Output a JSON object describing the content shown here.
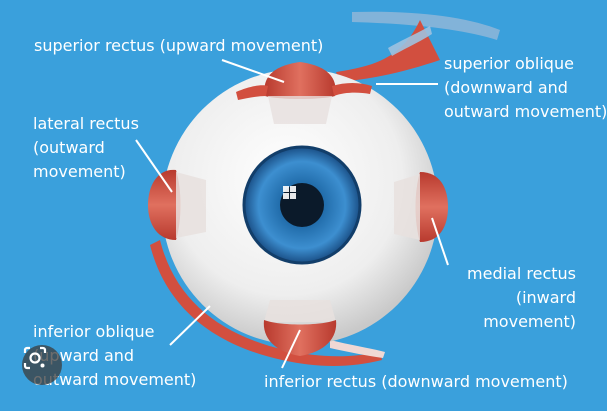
{
  "colors": {
    "background": "#3aa0dc",
    "sclera": "#f2f2f2",
    "muscle": "#d24f3f",
    "iris": "#2f7fc1",
    "pupil": "#0b1a2a",
    "label_text": "#ffffff"
  },
  "labels": {
    "superior_rectus": {
      "line1": "superior rectus (upward movement)"
    },
    "superior_oblique": {
      "line1": "superior oblique",
      "line2": "(downward and",
      "line3": "outward movement)"
    },
    "lateral_rectus": {
      "line1": "lateral rectus",
      "line2": "(outward",
      "line3": "movement)"
    },
    "medial_rectus": {
      "line1": "medial rectus",
      "line2": "(inward",
      "line3": "movement)"
    },
    "inferior_oblique": {
      "line1": "inferior oblique",
      "line2": "(upward and",
      "line3": "outward movement)"
    },
    "inferior_rectus": {
      "line1": "inferior rectus (downward movement)"
    }
  },
  "overlay": {
    "icon": "google-lens-icon"
  }
}
